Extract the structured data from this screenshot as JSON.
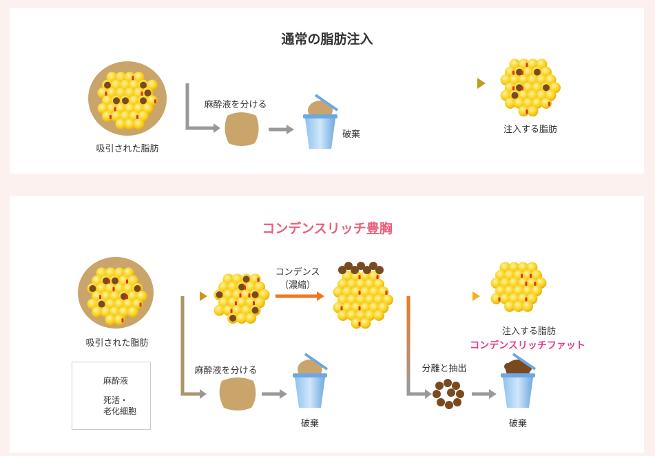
{
  "normal": {
    "title": "通常の脂肪注入",
    "sucked_fat": "吸引された脂肪",
    "separate_anesthetic": "麻酔液を分ける",
    "discard": "破棄",
    "injected_fat": "注入する脂肪"
  },
  "condense": {
    "title": "コンデンスリッチ豊胸",
    "sucked_fat": "吸引された脂肪",
    "condense_line1": "コンデンス",
    "condense_line2": "（濃縮）",
    "separate_anesthetic": "麻酔液を分ける",
    "discard_1": "破棄",
    "separate_extract": "分離と抽出",
    "discard_2": "破棄",
    "injected_fat": "注入する脂肪",
    "product_name": "コンデンスリッチファット",
    "legend": {
      "anesthetic": "麻酔液",
      "dead_cells_line1": "死活・",
      "dead_cells_line2": "老化細胞"
    }
  },
  "colors": {
    "title_pink": "#e8607a",
    "product_magenta": "#e33a8f",
    "fat_yellow": "#f7c81e",
    "beige": "#c9a56b",
    "brown": "#7a4a1e"
  }
}
